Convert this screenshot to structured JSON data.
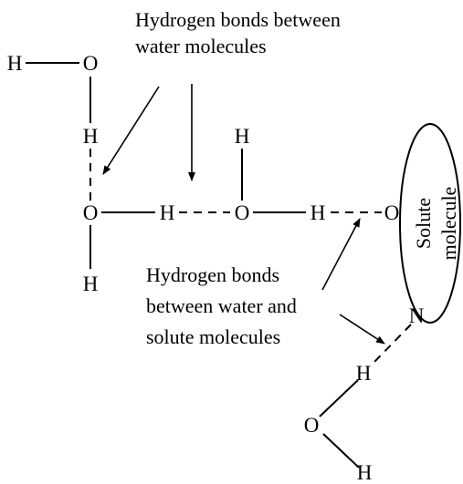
{
  "atoms": {
    "top_left_h": "H",
    "top_o": "O",
    "upper_h": "H",
    "center_o": "O",
    "bottom_left_h": "H",
    "mid_h": "H",
    "second_o": "O",
    "second_top_h": "H",
    "third_h": "H",
    "solute_o": "O",
    "solute_n": "N",
    "lower_h": "H",
    "lower_o": "O",
    "bottom_h": "H"
  },
  "captions": {
    "water_bonds": [
      "Hydrogen bonds between",
      "water molecules"
    ],
    "solute_bonds": [
      "Hydrogen bonds",
      "between water and",
      "solute molecules"
    ],
    "solute_label": [
      "Solute",
      "molecule"
    ]
  }
}
